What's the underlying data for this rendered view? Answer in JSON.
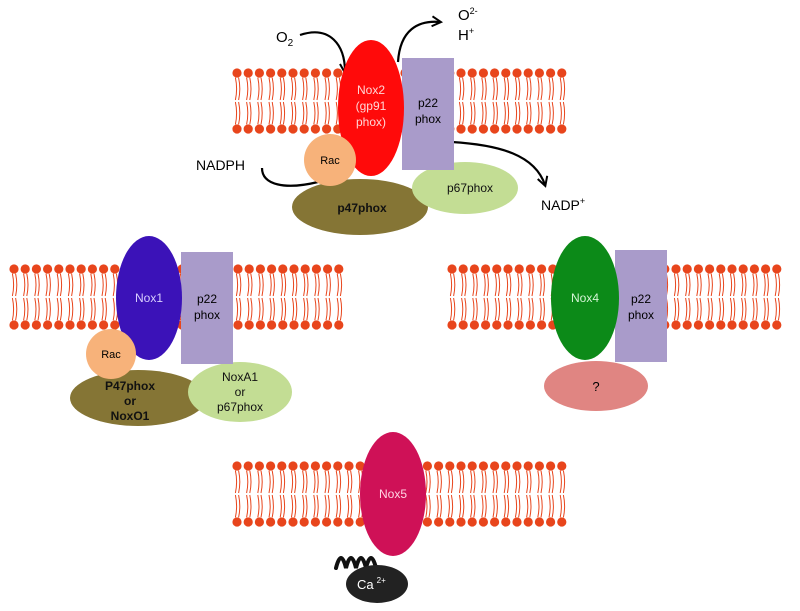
{
  "colors": {
    "lipid_head": "#e8451c",
    "lipid_tail": "#e8451c",
    "nox2": "#ff0a0a",
    "nox1": "#3b12b8",
    "nox4": "#0c8a18",
    "nox5": "#cf1157",
    "p22": "#a99bca",
    "rac": "#f7b27a",
    "p47": "#857535",
    "p67": "#c3dd94",
    "unknown": "#e08582",
    "calcium": "#222222"
  },
  "nox2_complex": {
    "o2_label": "O",
    "o2_sub": "2",
    "superoxide_label": "O",
    "superoxide_sup": "2-",
    "proton_label": "H",
    "proton_sup": "+",
    "nox2_line1": "Nox2",
    "nox2_line2": "(gp91",
    "nox2_line3": "phox)",
    "p22_line1": "p22",
    "p22_line2": "phox",
    "rac_label": "Rac",
    "nadph_label": "NADPH",
    "nadp_label": "NADP",
    "nadp_sup": "+",
    "p47_label": "p47phox",
    "p67_label": "p67phox"
  },
  "nox1_complex": {
    "nox1_label": "Nox1",
    "p22_line1": "p22",
    "p22_line2": "phox",
    "rac_label": "Rac",
    "p47_line1": "P47phox",
    "p47_line2": "or",
    "p47_line3": "NoxO1",
    "noxa1_line1": "NoxA1",
    "noxa1_line2": "or",
    "noxa1_line3": "p67phox"
  },
  "nox4_complex": {
    "nox4_label": "Nox4",
    "p22_line1": "p22",
    "p22_line2": "phox",
    "unknown_label": "?"
  },
  "nox5_complex": {
    "nox5_label": "Nox5",
    "calcium_label": "Ca",
    "calcium_sup": "2+"
  }
}
